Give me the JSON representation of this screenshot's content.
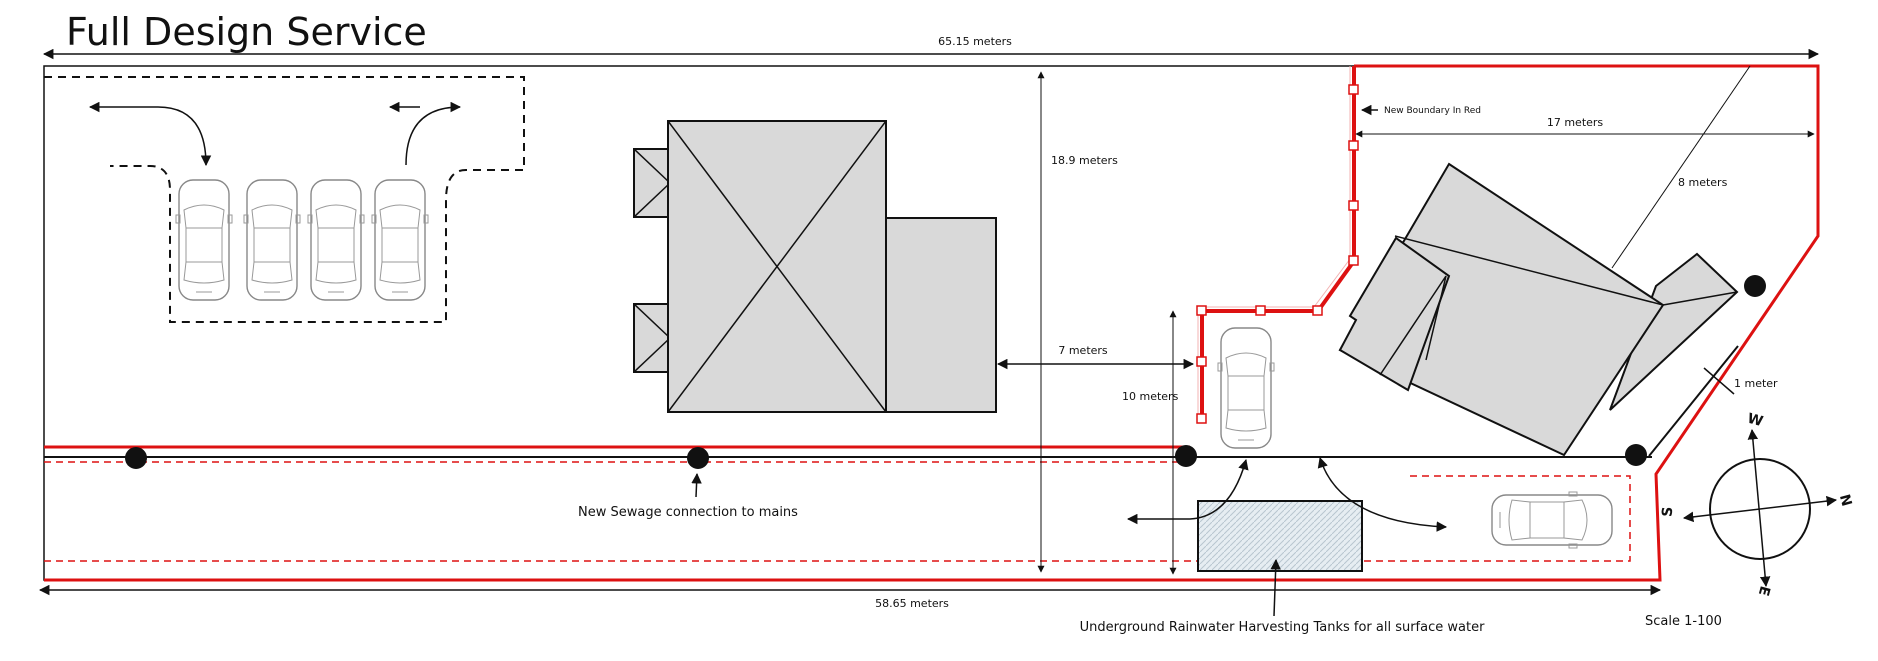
{
  "title": "Full Design Service",
  "dimensions": {
    "top_width": "65.15 meters",
    "bottom_width": "58.65 meters",
    "depth": "18.9 meters",
    "gap_between_buildings": "7 meters",
    "front_depth": "10 meters",
    "new_boundary_width": "17 meters",
    "angled_side": "8 meters",
    "side_gap": "1 meter"
  },
  "annotations": {
    "new_boundary": "New Boundary In Red",
    "sewage": "New Sewage connection to mains",
    "rainwater": "Underground Rainwater Harvesting Tanks for all surface water",
    "scale": "Scale 1-100"
  },
  "compass": {
    "w": "W",
    "n": "N",
    "s": "S",
    "e": "E"
  },
  "colors": {
    "boundary": "#dd1111",
    "building": "#d9d9d9",
    "line": "#111111"
  }
}
